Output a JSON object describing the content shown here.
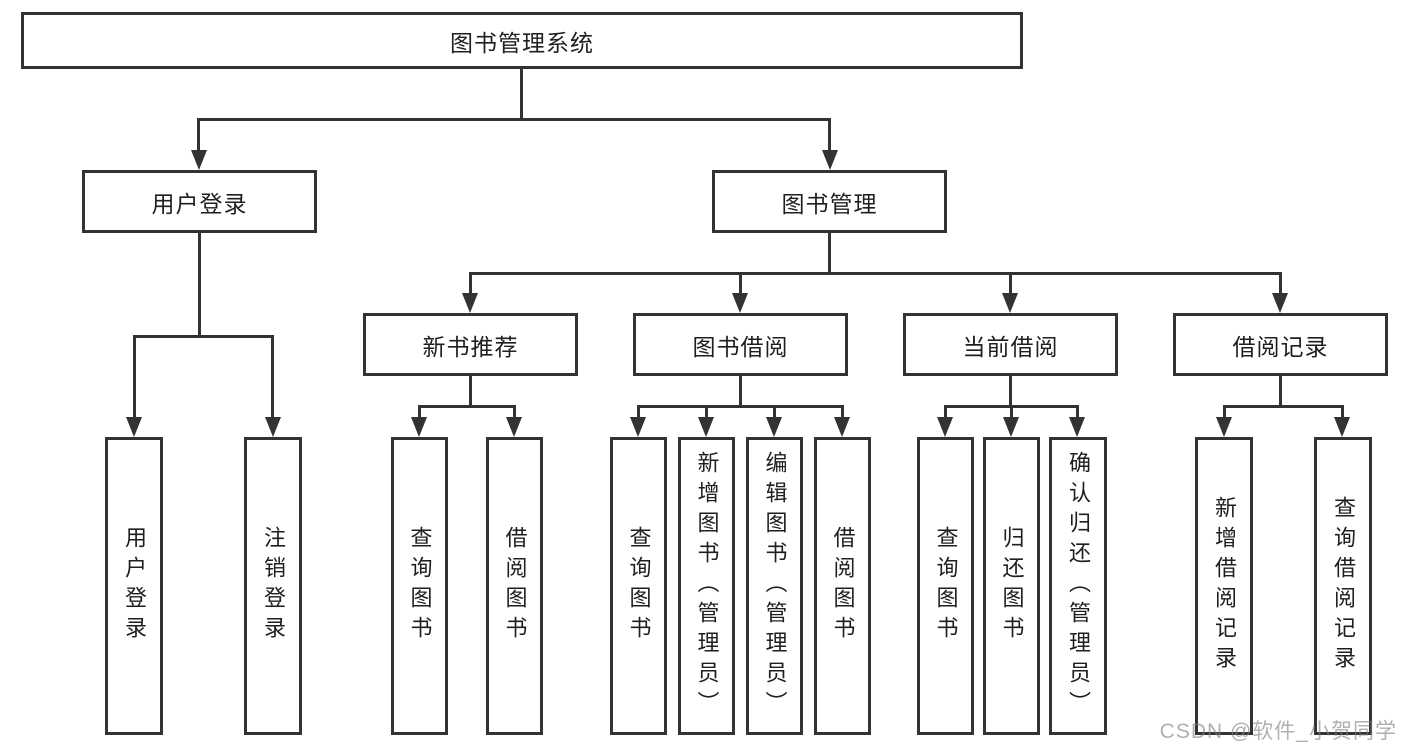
{
  "diagram": {
    "title": "图书管理系统",
    "root": {
      "label": "图书管理系统"
    },
    "level2": [
      {
        "id": "user-login",
        "label": "用户登录"
      },
      {
        "id": "book-management",
        "label": "图书管理"
      }
    ],
    "level3": [
      {
        "id": "new-book-recommend",
        "parent": "图书管理",
        "label": "新书推荐"
      },
      {
        "id": "book-borrow",
        "parent": "图书管理",
        "label": "图书借阅"
      },
      {
        "id": "current-borrow",
        "parent": "图书管理",
        "label": "当前借阅"
      },
      {
        "id": "borrow-records",
        "parent": "图书管理",
        "label": "借阅记录"
      }
    ],
    "leaves": [
      {
        "parent": "用户登录",
        "label": "用户登录"
      },
      {
        "parent": "用户登录",
        "label": "注销登录"
      },
      {
        "parent": "新书推荐",
        "label": "查询图书"
      },
      {
        "parent": "新书推荐",
        "label": "借阅图书"
      },
      {
        "parent": "图书借阅",
        "label": "查询图书"
      },
      {
        "parent": "图书借阅",
        "label": "新增图书（管理员）"
      },
      {
        "parent": "图书借阅",
        "label": "编辑图书（管理员）"
      },
      {
        "parent": "图书借阅",
        "label": "借阅图书"
      },
      {
        "parent": "当前借阅",
        "label": "查询图书"
      },
      {
        "parent": "当前借阅",
        "label": "归还图书"
      },
      {
        "parent": "当前借阅",
        "label": "确认归还（管理员）"
      },
      {
        "parent": "借阅记录",
        "label": "新增借阅记录"
      },
      {
        "parent": "借阅记录",
        "label": "查询借阅记录"
      }
    ]
  },
  "watermark": {
    "text": "CSDN @软件_小贺同学"
  },
  "colors": {
    "line": "#333333",
    "box_border": "#333333",
    "box_fill": "#ffffff",
    "text": "#1f1f1f",
    "watermark": "#808080",
    "background": "#ffffff"
  }
}
